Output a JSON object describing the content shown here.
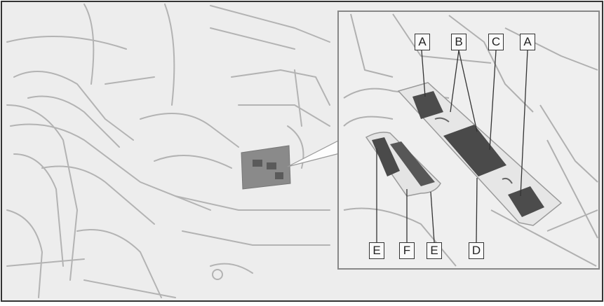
{
  "callouts": {
    "top": [
      "A",
      "B",
      "C",
      "A"
    ],
    "bottom": [
      "E",
      "F",
      "E",
      "D"
    ]
  },
  "colors": {
    "frame": "#333333",
    "sketch_bg": "#ececec",
    "line": "#aaaaaa",
    "highlight": "#8a8a8a",
    "button_dark": "#4a4a4a"
  }
}
